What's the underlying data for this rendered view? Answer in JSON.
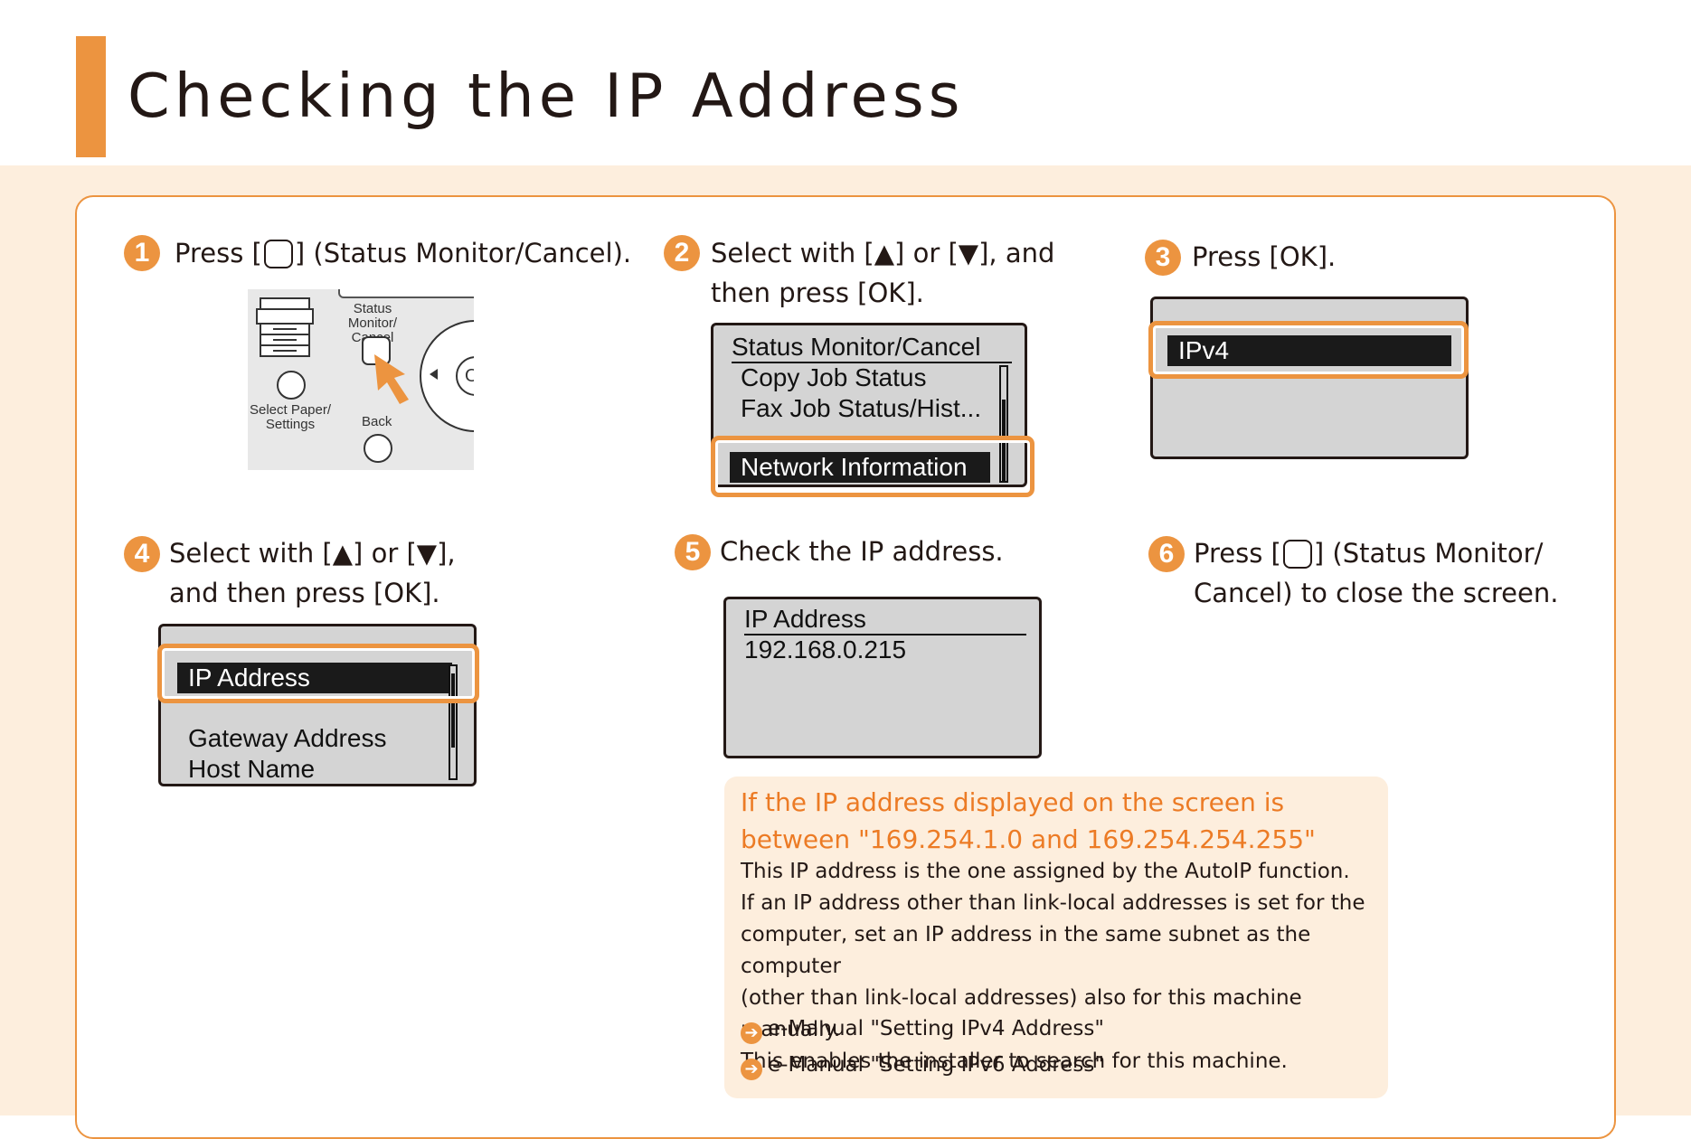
{
  "header": {
    "title": "Checking the IP Address"
  },
  "steps": [
    {
      "num": "1",
      "pre": "Press [",
      "post": "] (Status Monitor/Cancel)."
    },
    {
      "num": "2",
      "line1": "Select with [▲] or [▼], and",
      "line2": "then press [OK]."
    },
    {
      "num": "3",
      "line1": "Press [OK]."
    },
    {
      "num": "4",
      "line1": "Select with [▲] or [▼],",
      "line2": "and then press [OK]."
    },
    {
      "num": "5",
      "line1": "Check the IP address."
    },
    {
      "num": "6",
      "pre": "Press [",
      "post": "] (Status Monitor/",
      "line2": "Cancel) to close the screen."
    }
  ],
  "control_panel": {
    "status_label": "Status Monitor/ Cancel",
    "select_label": "Select Paper/ Settings",
    "back_label": "Back",
    "ok_label": "O"
  },
  "lcd2": {
    "title": "Status Monitor/Cancel",
    "rows": [
      "Copy Job Status",
      "Fax Job Status/Hist..."
    ],
    "selected": "Network Information"
  },
  "lcd3": {
    "selected": "IPv4"
  },
  "lcd4": {
    "selected": "IP Address",
    "rows": [
      "Gateway Address",
      "Host Name"
    ]
  },
  "lcd5": {
    "title": "IP Address",
    "value": "192.168.0.215"
  },
  "note": {
    "heading": "If the IP address displayed on the screen is between \"169.254.1.0 and 169.254.254.255\"",
    "body": [
      "This IP address is the one assigned by the AutoIP function.",
      "If an IP address other than link-local addresses is set for the",
      "computer, set an IP address in the same subnet as the computer",
      "(other than link-local addresses) also for this machine manually.",
      "This enables the installer to search for this machine."
    ],
    "links": [
      "e-Manual \"Setting IPv4 Address\"",
      "e-Manual \"Setting IPv6 Address\""
    ]
  },
  "colors": {
    "accent": "#ec9440",
    "band": "#fdeedd",
    "note_heading": "#ec7b25"
  }
}
